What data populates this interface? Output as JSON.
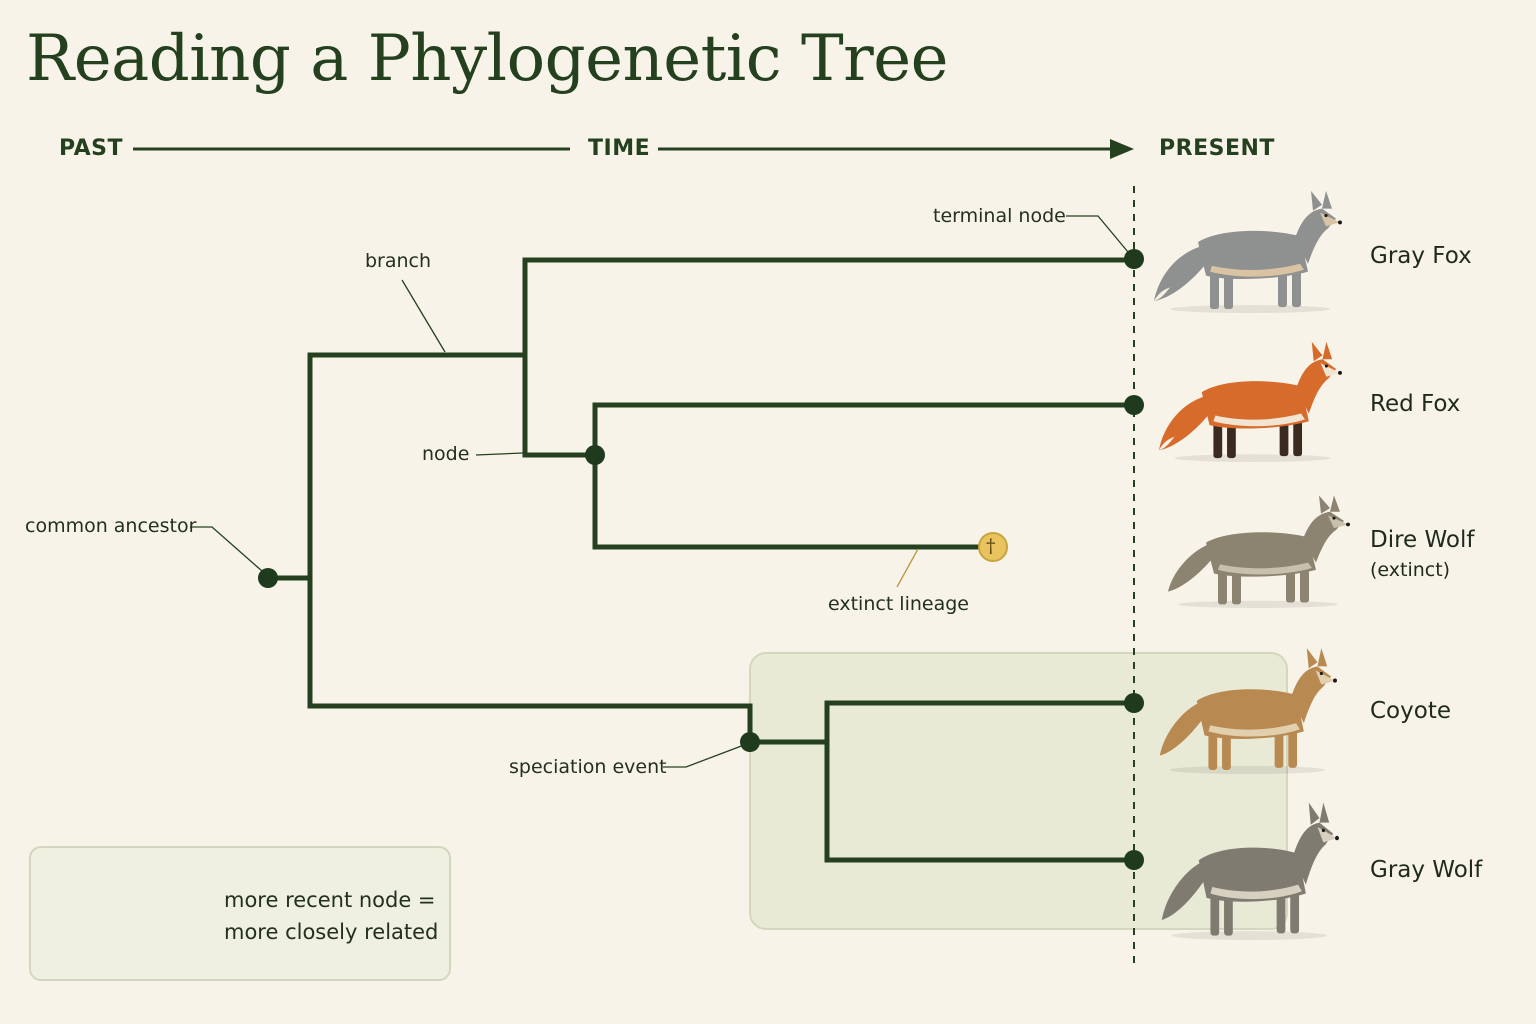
{
  "title": "Reading a Phylogenetic Tree",
  "timeline": {
    "past": "PAST",
    "time": "TIME",
    "present": "PRESENT"
  },
  "annotations": {
    "terminal_node": "terminal node",
    "branch": "branch",
    "node": "node",
    "common_ancestor": "common ancestor",
    "extinct_lineage": "extinct lineage",
    "speciation_event": "speciation event"
  },
  "species": [
    {
      "name": "Gray Fox",
      "note": "",
      "icon": "gray-fox-illustration"
    },
    {
      "name": "Red Fox",
      "note": "",
      "icon": "red-fox-illustration"
    },
    {
      "name": "Dire Wolf",
      "note": "(extinct)",
      "icon": "dire-wolf-illustration"
    },
    {
      "name": "Coyote",
      "note": "",
      "icon": "coyote-illustration"
    },
    {
      "name": "Gray Wolf",
      "note": "",
      "icon": "gray-wolf-illustration"
    }
  ],
  "extinct_marker": "†",
  "legend": {
    "line1": "more recent node =",
    "line2": "more closely related"
  },
  "colors": {
    "background": "#f8f3e8",
    "tree": "#24401f",
    "extinct_marker": "#e3c15c",
    "highlight": "#e9ead6",
    "gray_fox": "#8f9090",
    "red_fox": "#d76b2b",
    "dire_wolf": "#8c8471",
    "coyote": "#b88a52",
    "gray_wolf": "#7f7b71"
  }
}
